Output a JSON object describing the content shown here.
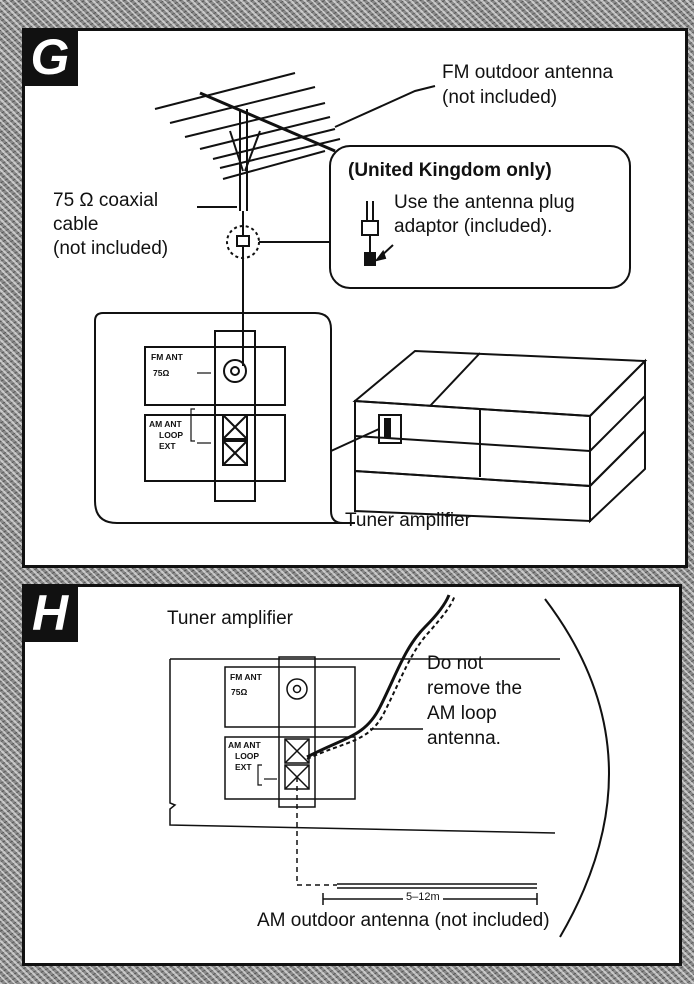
{
  "panel_g": {
    "badge": "G",
    "fm_outdoor_antenna": [
      "FM outdoor antenna",
      "(not included)"
    ],
    "coaxial_cable": [
      "75 Ω coaxial",
      "cable",
      "(not included)"
    ],
    "uk_callout": {
      "heading": "(United Kingdom only)",
      "text": [
        "Use the antenna plug",
        "adaptor (included)."
      ]
    },
    "terminal": {
      "fm_ant": "FM ANT",
      "ohm": "75Ω",
      "am_ant": "AM ANT",
      "loop": "LOOP",
      "ext": "EXT"
    },
    "tuner_amplifier": "Tuner amplifier"
  },
  "panel_h": {
    "badge": "H",
    "tuner_amplifier": "Tuner amplifier",
    "terminal": {
      "fm_ant": "FM ANT",
      "ohm": "75Ω",
      "am_ant": "AM ANT",
      "loop": "LOOP",
      "ext": "EXT"
    },
    "note": [
      "Do not",
      "remove the",
      "AM loop",
      "antenna."
    ],
    "length": "5–12m",
    "am_outdoor_antenna": "AM outdoor antenna (not included)"
  }
}
